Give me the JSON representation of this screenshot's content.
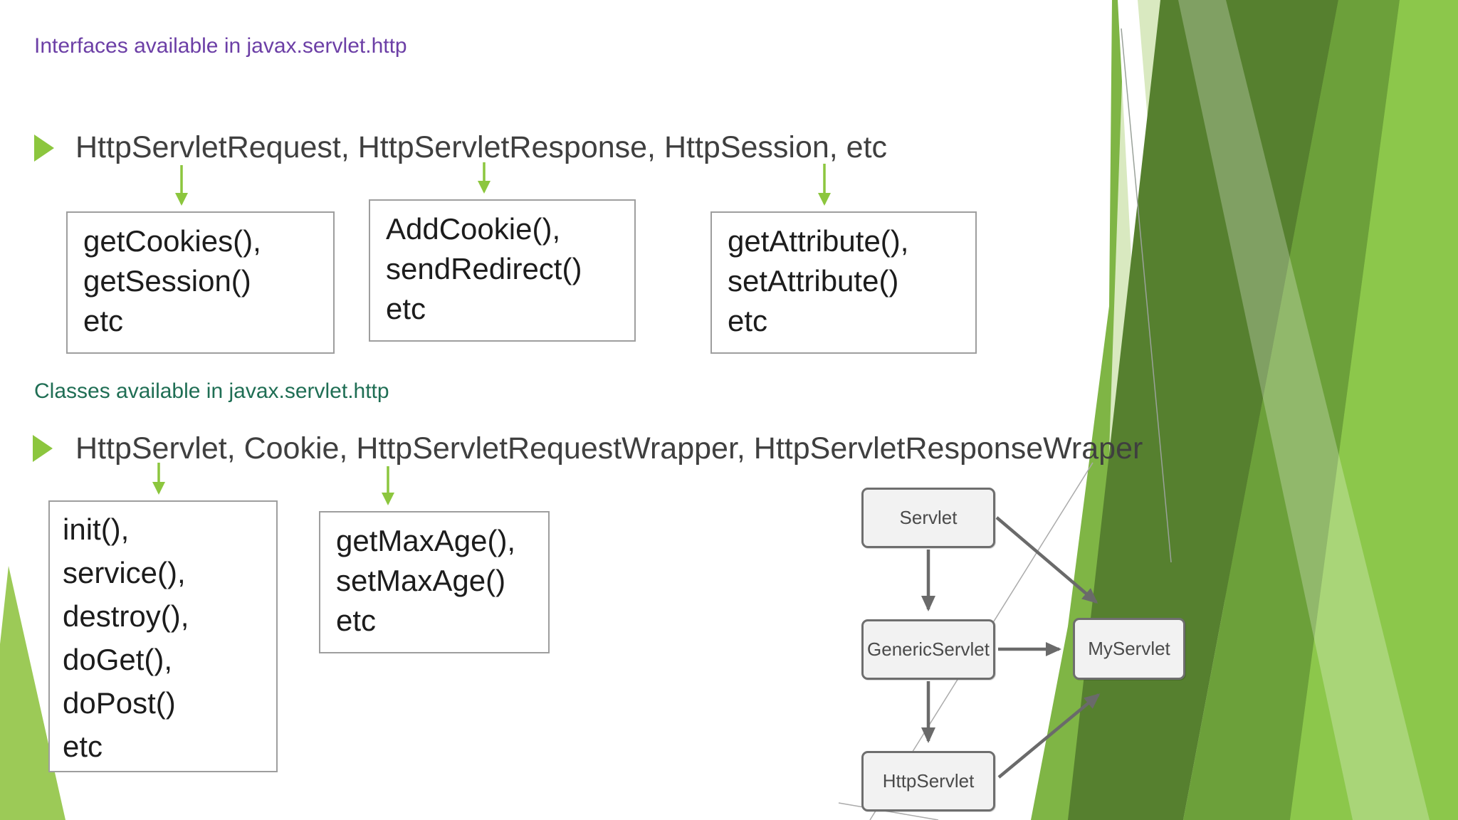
{
  "slide": {
    "interfaces_heading": "Interfaces available in javax.servlet.http",
    "interfaces_bullet": "HttpServletRequest, HttpServletResponse, HttpSession, etc",
    "classes_heading": "Classes available in javax.servlet.http",
    "classes_bullet": "HttpServlet, Cookie, HttpServletRequestWrapper, HttpServletResponseWraper"
  },
  "method_boxes": [
    {
      "for": "HttpServletRequest",
      "text": "getCookies(),\ngetSession()\netc"
    },
    {
      "for": "HttpServletResponse",
      "text": "AddCookie(),\nsendRedirect()\netc"
    },
    {
      "for": "HttpSession",
      "text": "getAttribute(),\nsetAttribute()\netc"
    },
    {
      "for": "HttpServlet",
      "text": "init(),\nservice(),\ndestroy(),\ndoGet(),\ndoPost()\netc"
    },
    {
      "for": "Cookie",
      "text": "getMaxAge(),\nsetMaxAge()\netc"
    }
  ],
  "hierarchy_diagram": {
    "nodes": [
      {
        "label": "Servlet"
      },
      {
        "label": "GenericServlet"
      },
      {
        "label": "HttpServlet"
      },
      {
        "label": "MyServlet"
      }
    ],
    "edges": [
      {
        "from": "Servlet",
        "to": "GenericServlet"
      },
      {
        "from": "GenericServlet",
        "to": "HttpServlet"
      },
      {
        "from": "Servlet",
        "to": "MyServlet"
      },
      {
        "from": "GenericServlet",
        "to": "MyServlet"
      },
      {
        "from": "HttpServlet",
        "to": "MyServlet"
      }
    ]
  },
  "colors": {
    "interfaces_heading": "#6C3FA6",
    "classes_heading": "#1F6E54",
    "body_text": "#3F3F3F",
    "box_text": "#1C1C1C",
    "box_border": "#9E9E9E",
    "accent_green": "#8CC63E",
    "diagram_gray": "#6A6A6A",
    "facet_dark_green": "#56802F",
    "facet_mid_green": "#6CA03A",
    "facet_bright_green": "#8CC74B",
    "facet_pale_green": "#D9E9C0",
    "corner_wedge_green": "#9CCA57"
  }
}
